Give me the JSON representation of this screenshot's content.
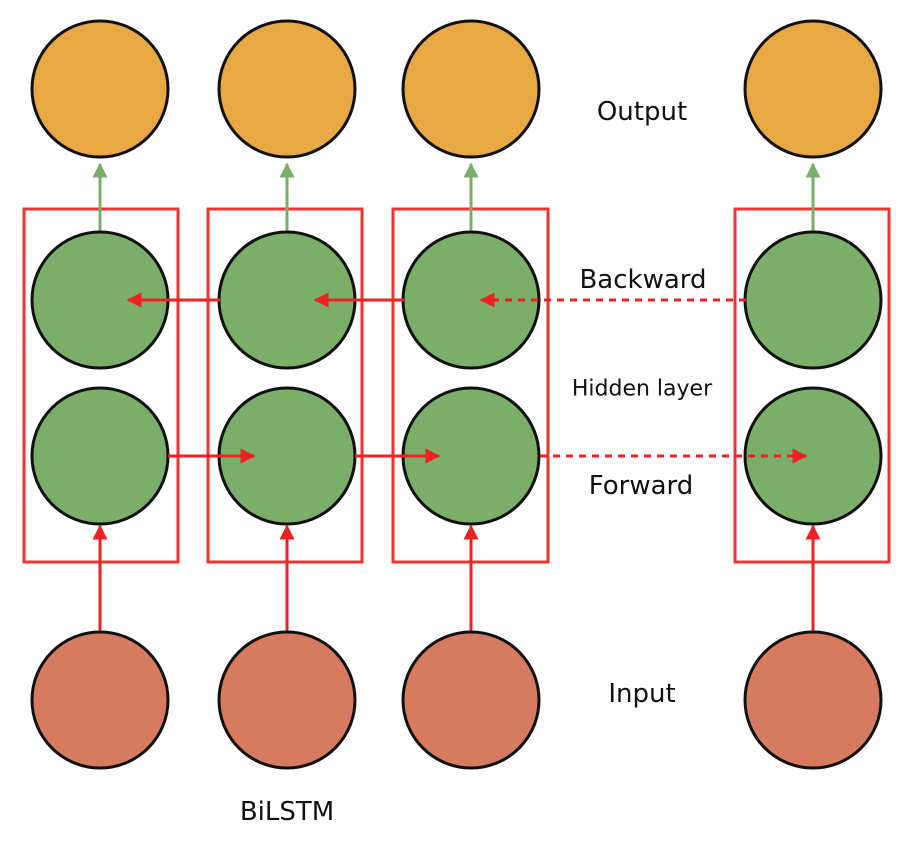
{
  "labels": {
    "output": "Output",
    "backward": "Backward",
    "hidden_layer": "Hidden layer",
    "forward": "Forward",
    "input": "Input",
    "caption": "BiLSTM"
  },
  "colors": {
    "output_node": "#E8A945",
    "hidden_node": "#7BAE69",
    "input_node": "#D67B60",
    "frame": "#EE3333",
    "arrow_red": "#EE2222",
    "arrow_green": "#7BAE69",
    "outline": "#111111"
  },
  "timesteps": 4
}
